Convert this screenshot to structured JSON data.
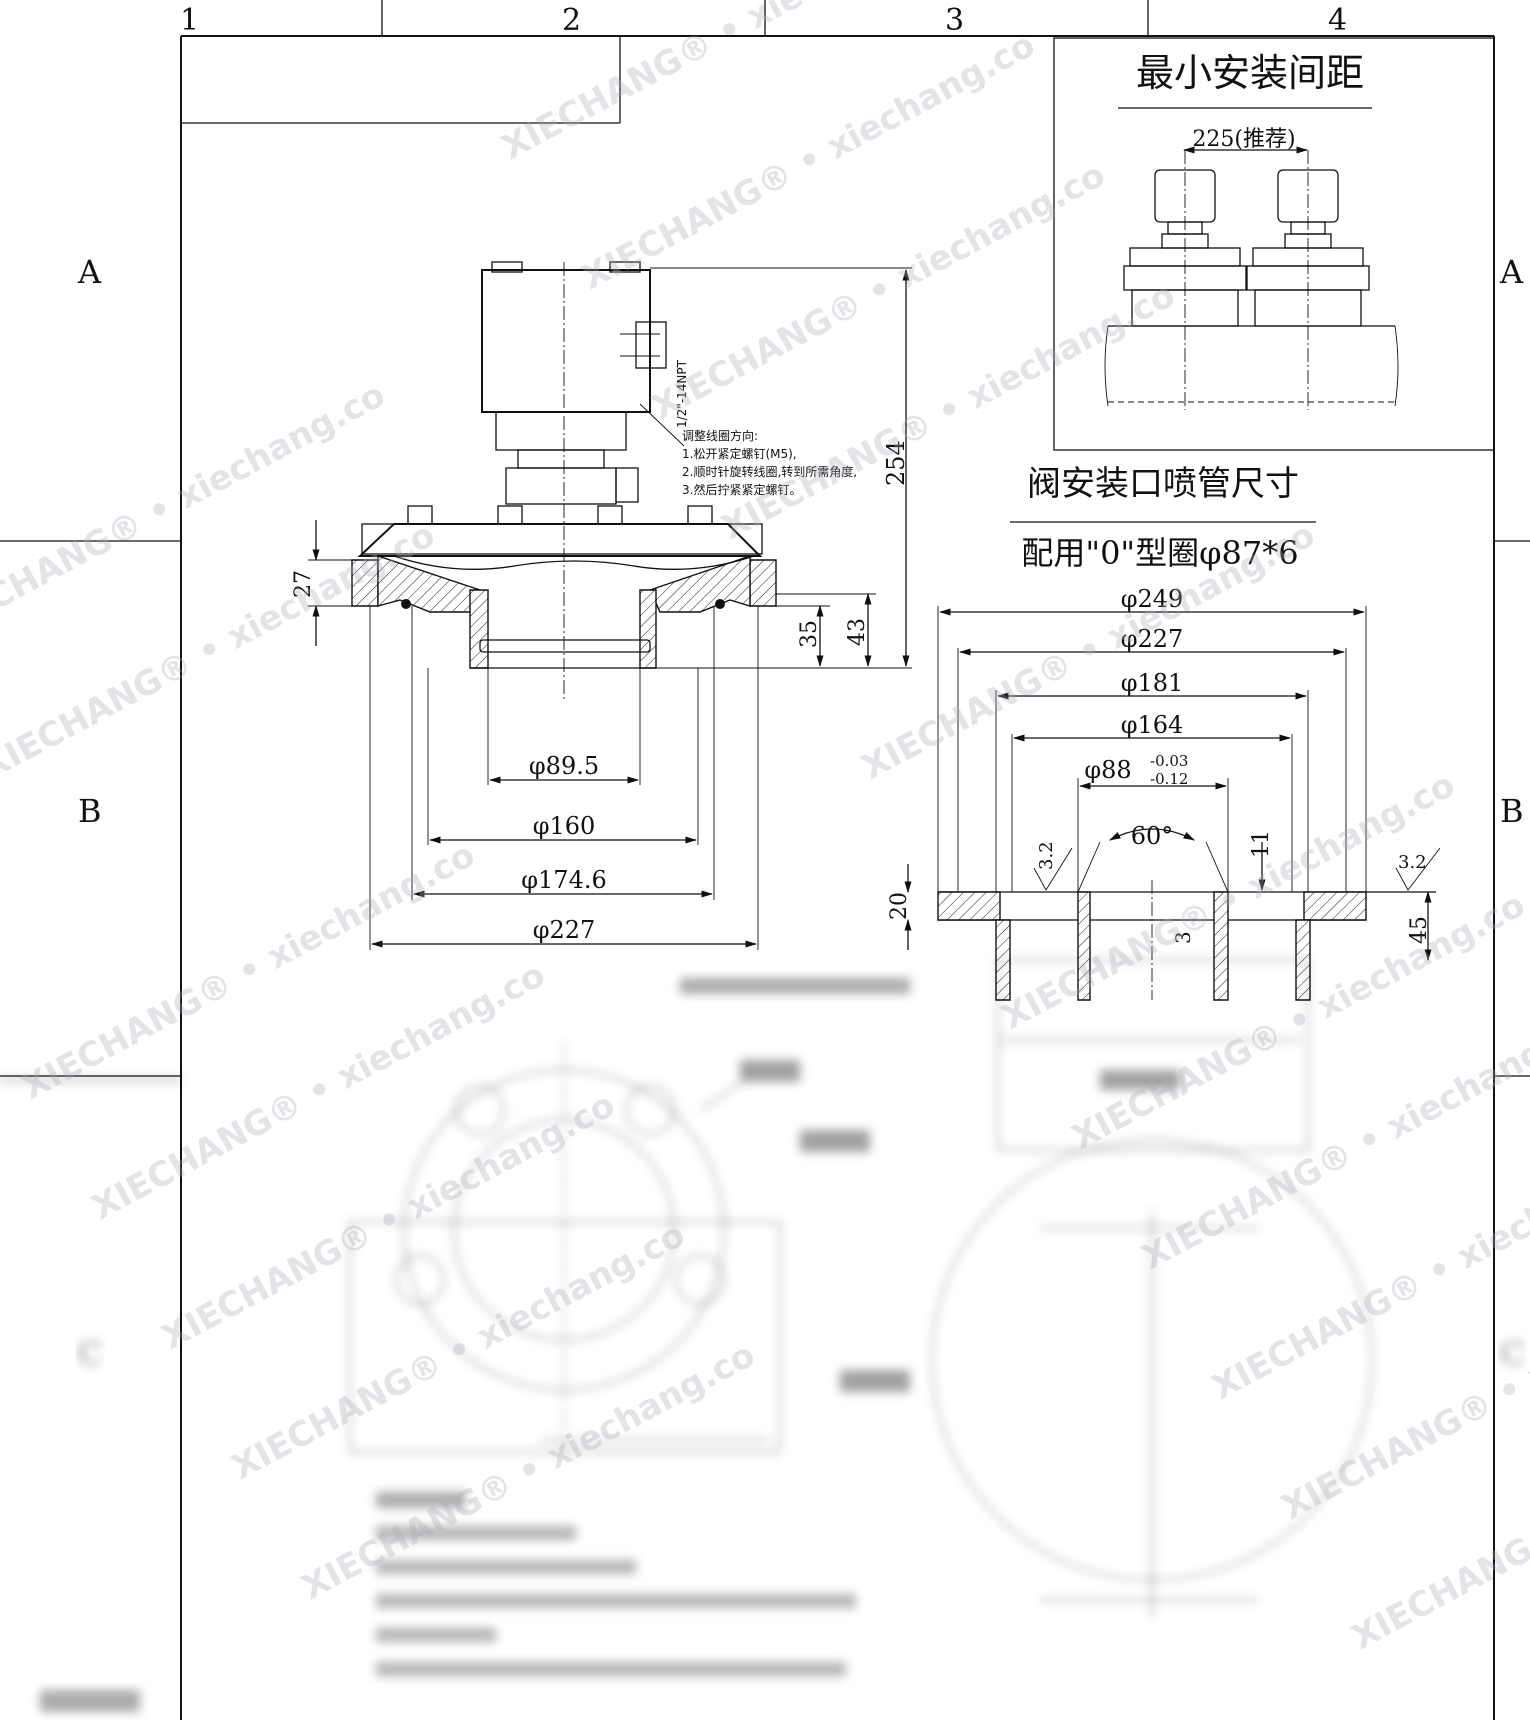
{
  "frame": {
    "columns": [
      "1",
      "2",
      "3",
      "4"
    ],
    "rows_left": [
      "A",
      "B",
      "C"
    ],
    "rows_right": [
      "A",
      "B",
      "C"
    ]
  },
  "min_spacing": {
    "title": "最小安装间距",
    "spacing": "225(推荐)"
  },
  "nozzle": {
    "title": "阀安装口喷管尺寸",
    "oring": "配用\"0\"型圈φ87*6"
  },
  "valve": {
    "port_label": "1/2\"-14NPT",
    "note_title": "调整线圈方向:",
    "notes": [
      "1.松开紧定螺钉(M5),",
      "2.顺时针旋转线圈,转到所需角度,",
      "3.然后拧紧紧定螺钉。"
    ],
    "dims": {
      "height": "254",
      "flange": "27",
      "d35": "35",
      "d43": "43",
      "d1": "φ89.5",
      "d2": "φ160",
      "d3": "φ174.6",
      "d4": "φ227"
    }
  },
  "pipe": {
    "dims": {
      "d249": "φ249",
      "d227": "φ227",
      "d181": "φ181",
      "d164": "φ164",
      "d88": "φ88",
      "tol_up": "-0.03",
      "tol_down": "-0.12",
      "angle": "60°",
      "rough1": "3.2",
      "rough2": "3.2",
      "d11": "11",
      "d20": "20",
      "d3": "3",
      "d45": "45"
    }
  },
  "watermark": "XIECHANG® • xiechang.co"
}
